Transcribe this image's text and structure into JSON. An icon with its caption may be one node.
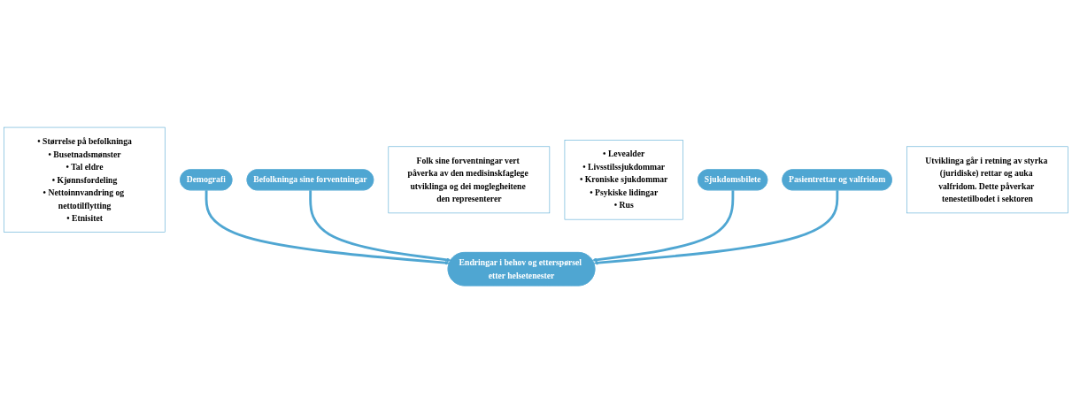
{
  "diagram": {
    "nodes": [
      {
        "text": [
          "• Størrelse på befolkninga",
          "• Busetnadsmønster",
          "• Tal eldre",
          "• Kjønnsfordeling",
          "• Nettoinnvandring og nettotilflytting",
          "• Etnisitet"
        ]
      },
      {
        "text": [
          "Demografi"
        ]
      },
      {
        "text": [
          "Befolkninga sine forventningar"
        ]
      },
      {
        "text": [
          "Folk sine forventningar vert påverka av den medisinskfaglege utviklinga og dei moglegheitene den representerer"
        ]
      },
      {
        "text": [
          "Endringar i behov og etterspørsel etter helsetenester"
        ]
      },
      {
        "text": [
          "• Levealder",
          "• Livsstilssjukdommar",
          "• Kroniske sjukdommar",
          "• Psykiske lidingar",
          "• Rus"
        ]
      },
      {
        "text": [
          "Sjukdomsbilete"
        ]
      },
      {
        "text": [
          "Pasientrettar og valfridom"
        ]
      },
      {
        "text": [
          "Utviklinga går i retning av styrka (juridiske) rettar og auka valfridom. Dette påverkar tenestetilbodet i sektoren"
        ]
      }
    ],
    "edges": [
      {
        "from": 1,
        "to": 4,
        "arrow": "to"
      },
      {
        "from": 2,
        "to": 4,
        "arrow": "to"
      },
      {
        "from": 6,
        "to": 4,
        "arrow": "to"
      },
      {
        "from": 7,
        "to": 4,
        "arrow": "to"
      }
    ]
  }
}
